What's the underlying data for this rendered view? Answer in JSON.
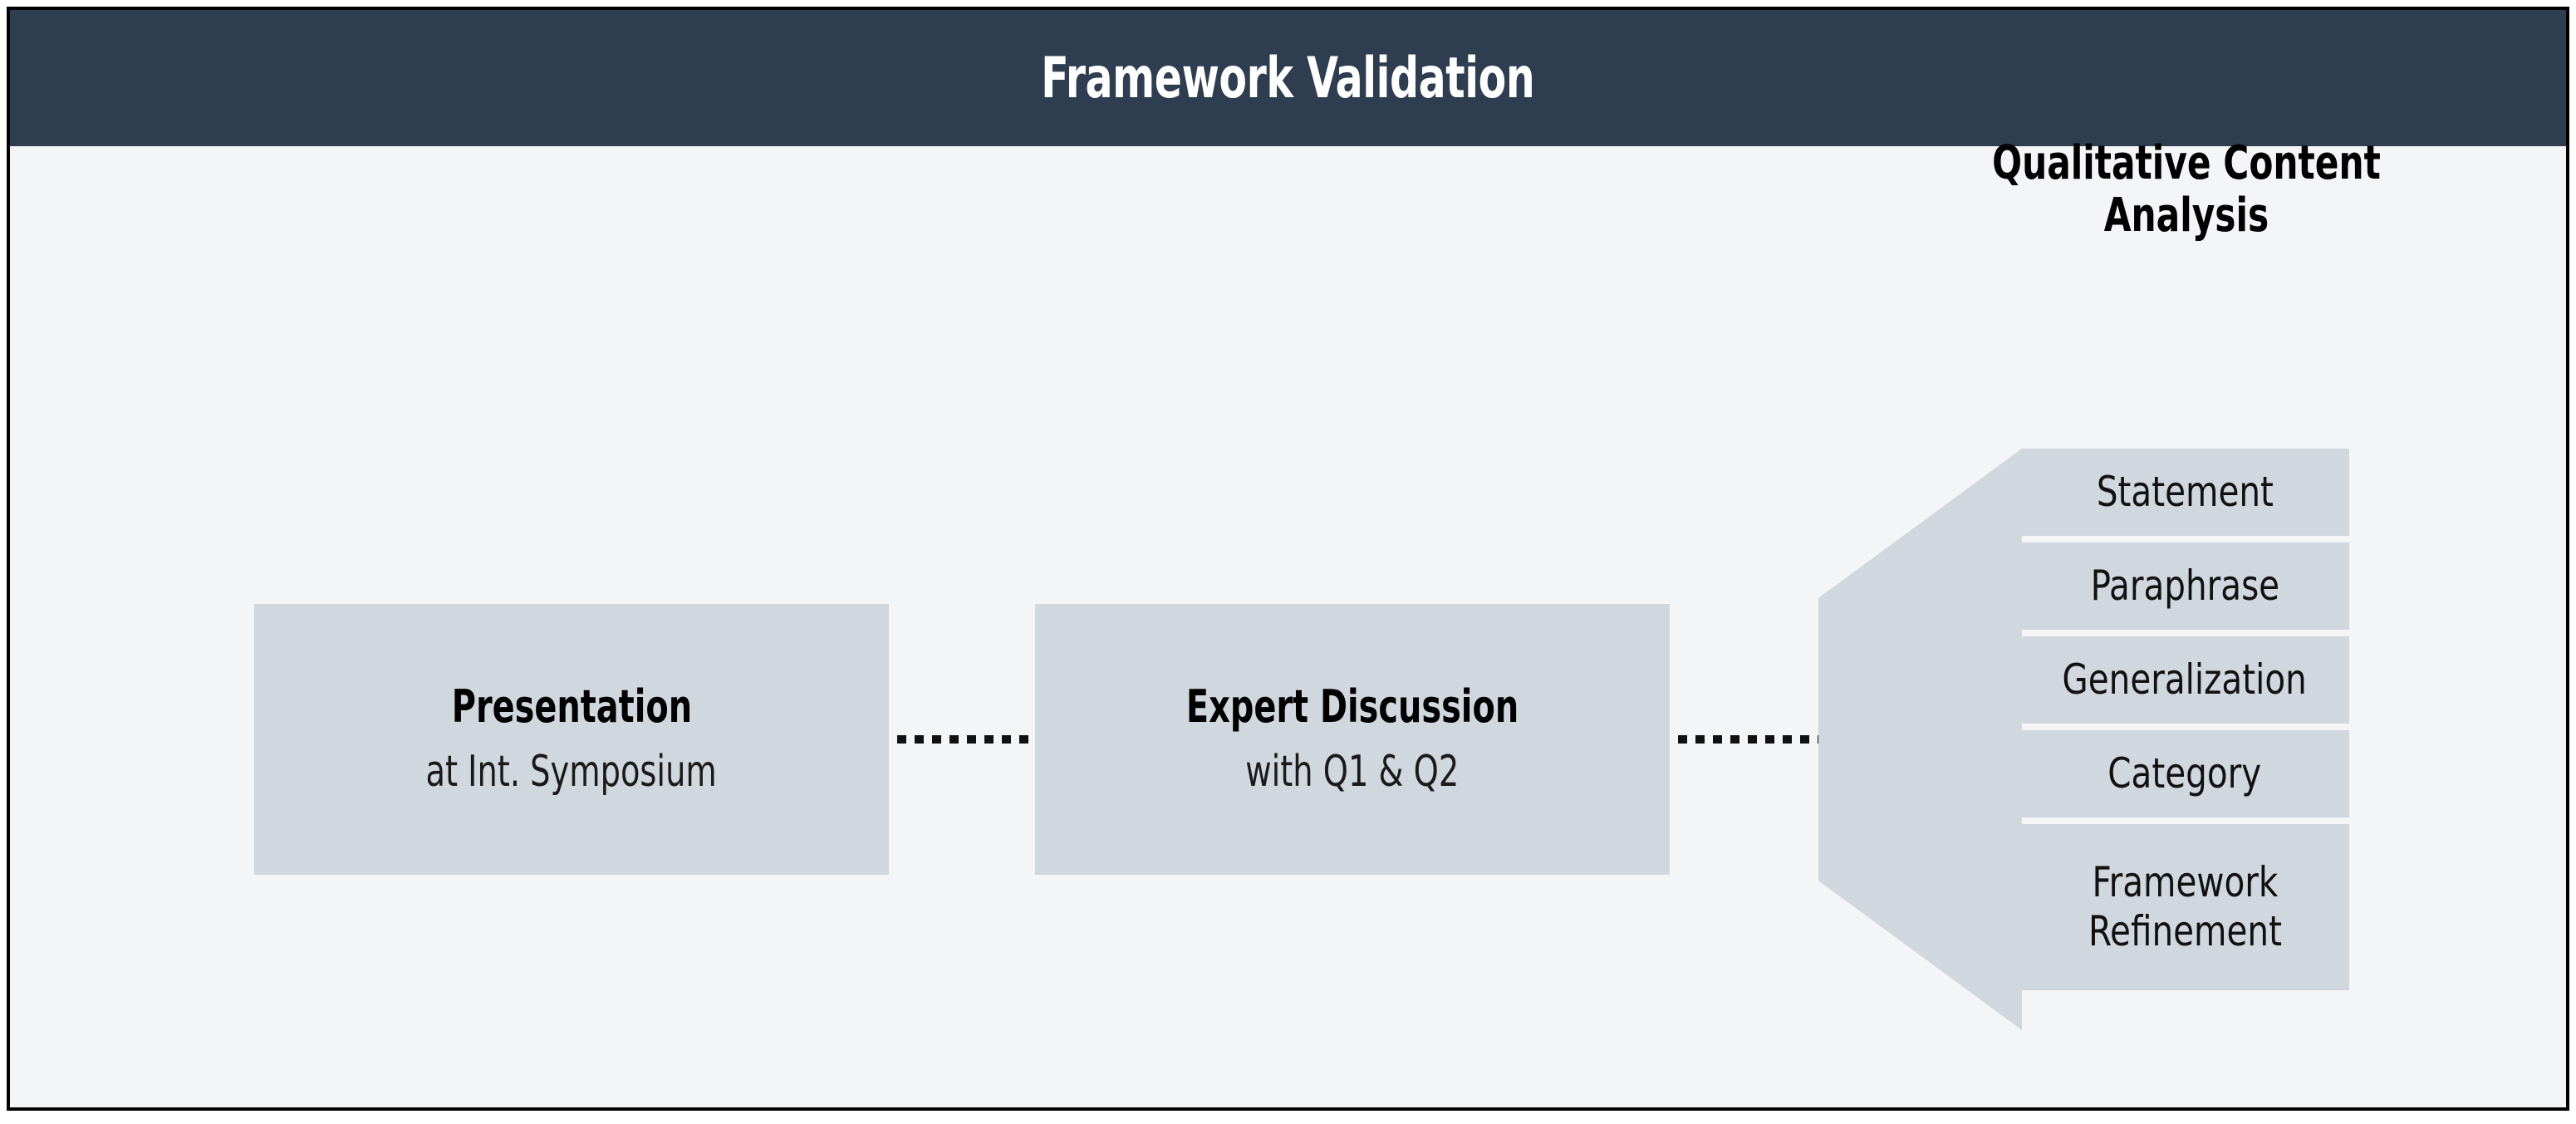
{
  "figure": {
    "header": {
      "title": "Framework Validation",
      "background_color": "#2e3e50",
      "text_color": "#ffffff"
    },
    "colors": {
      "border": "#000000",
      "canvas_background": "#f4f5f7",
      "box_fill": "#d0d7df",
      "arrow_fill": "#d0d7df",
      "text": "#000000",
      "connector": "#111111"
    },
    "flow": {
      "steps": [
        {
          "id": "presentation",
          "title": "Presentation",
          "subtitle": "at Int. Symposium"
        },
        {
          "id": "expert-discussion",
          "title": "Expert Discussion",
          "subtitle": "with Q1 & Q2"
        }
      ],
      "connectors": [
        {
          "id": "connector-1",
          "style": "dotted"
        },
        {
          "id": "connector-2",
          "style": "dotted"
        }
      ]
    },
    "qualitative_content_analysis": {
      "heading_line_1": "Qualitative Content",
      "heading_line_2": "Analysis",
      "arrow_direction": "left",
      "steps": [
        {
          "label": "Statement",
          "lines": 1
        },
        {
          "label": "Paraphrase",
          "lines": 1
        },
        {
          "label": "Generalization",
          "lines": 1
        },
        {
          "label": "Category",
          "lines": 1
        },
        {
          "label": "Framework\nRefinement",
          "lines": 2
        }
      ]
    }
  }
}
